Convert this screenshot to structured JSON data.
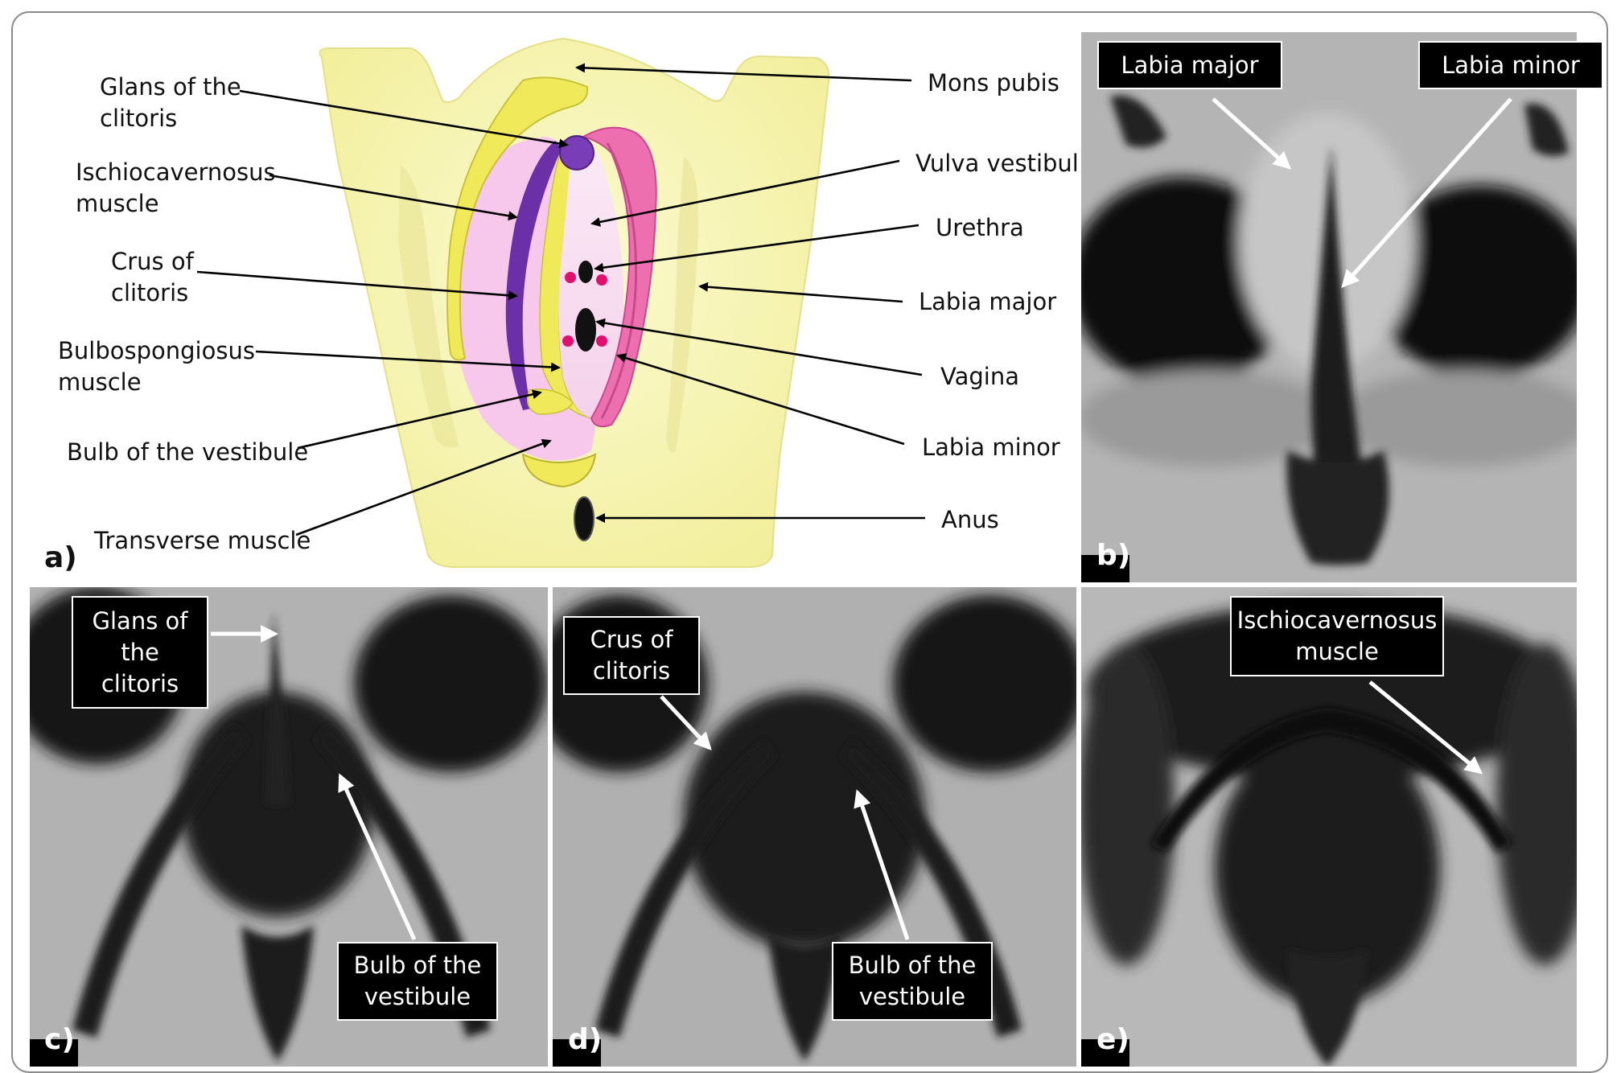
{
  "panel_a": {
    "letter": "a)",
    "labels_left": {
      "glans_line1": "Glans of the",
      "glans_line2": "clitoris",
      "ischio_line1": "Ischiocavernosus",
      "ischio_line2": "muscle",
      "crus_line1": "Crus of",
      "crus_line2": "clitoris",
      "bulbo_line1": "Bulbospongiosus",
      "bulbo_line2": "muscle",
      "bulb_vestibule": "Bulb of the vestibule",
      "transverse": "Transverse muscle"
    },
    "labels_right": {
      "mons_pubis": "Mons pubis",
      "vulva_vestibule": "Vulva vestibule",
      "urethra": "Urethra",
      "labia_major": "Labia major",
      "vagina": "Vagina",
      "labia_minor": "Labia minor",
      "anus": "Anus"
    }
  },
  "panel_b": {
    "letter": "b)",
    "label_labia_major": "Labia major",
    "label_labia_minor": "Labia minor"
  },
  "panel_c": {
    "letter": "c)",
    "glans_line1": "Glans of",
    "glans_line2": "the",
    "glans_line3": "clitoris",
    "bulb_line1": "Bulb of the",
    "bulb_line2": "vestibule"
  },
  "panel_d": {
    "letter": "d)",
    "crus_line1": "Crus of",
    "crus_line2": "clitoris",
    "bulb_line1": "Bulb of the",
    "bulb_line2": "vestibule"
  },
  "panel_e": {
    "letter": "e)",
    "ischio_line1": "Ischiocavernosus",
    "ischio_line2": "muscle"
  },
  "colors": {
    "skin_yellow": "#f8f6b4",
    "muscle_yellow": "#f0ea5a",
    "labia_minor_pink": "#ee6fb0",
    "bulb_pink": "#f7c8ec",
    "vestibule_pink": "#f9dcef",
    "glans_purple": "#7a3db8",
    "crus_purple": "#6b2fa8",
    "urethral_glands": "#e0106c",
    "mri_gray": "#b5b5b5",
    "mri_dark": "#1a1a1a"
  }
}
